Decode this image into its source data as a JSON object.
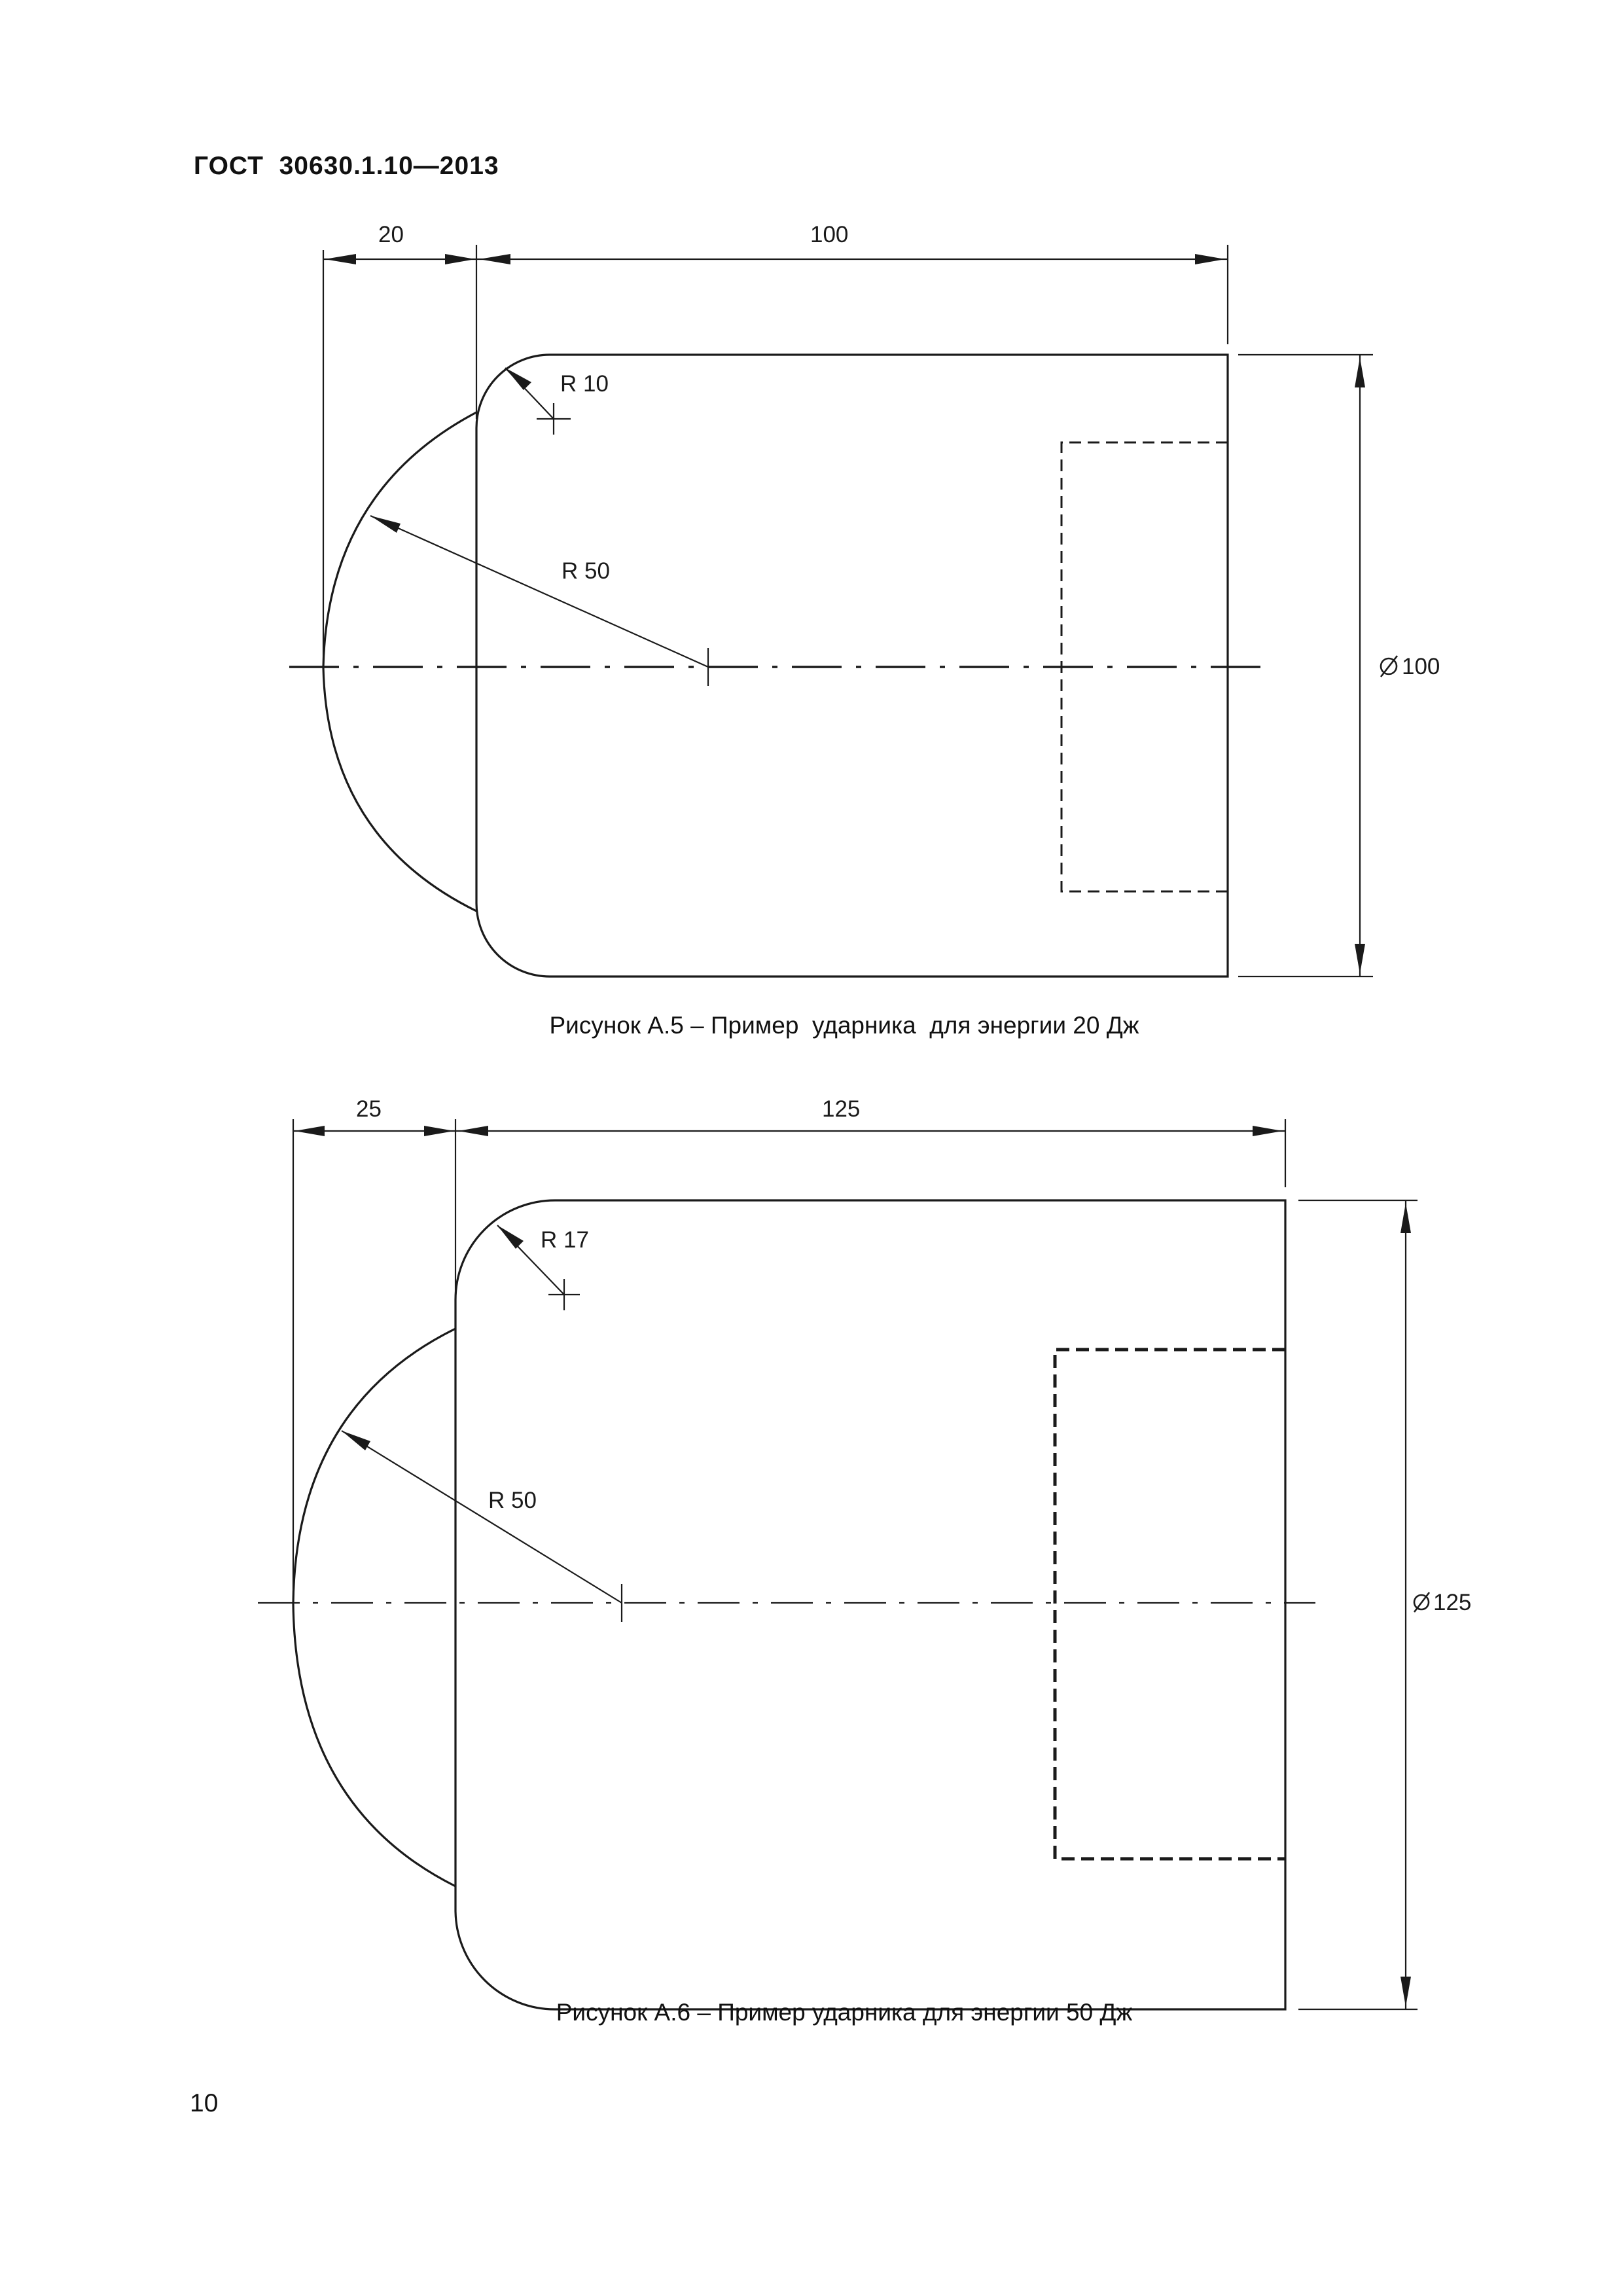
{
  "document": {
    "header": "ГОСТ  30630.1.10—2013",
    "page_number": "10"
  },
  "figures": [
    {
      "caption": "Рисунок А.5 – Пример  ударника  для энергии 20 Дж",
      "dimensions": {
        "nose_length": "20",
        "body_length": "100",
        "small_radius": "R 10",
        "large_radius": "R 50",
        "diameter": "100"
      }
    },
    {
      "caption": "Рисунок А.6 – Пример ударника для энергии 50 Дж",
      "dimensions": {
        "nose_length": "25",
        "body_length": "125",
        "small_radius": "R 17",
        "large_radius": "R 50",
        "diameter": "125"
      }
    }
  ]
}
